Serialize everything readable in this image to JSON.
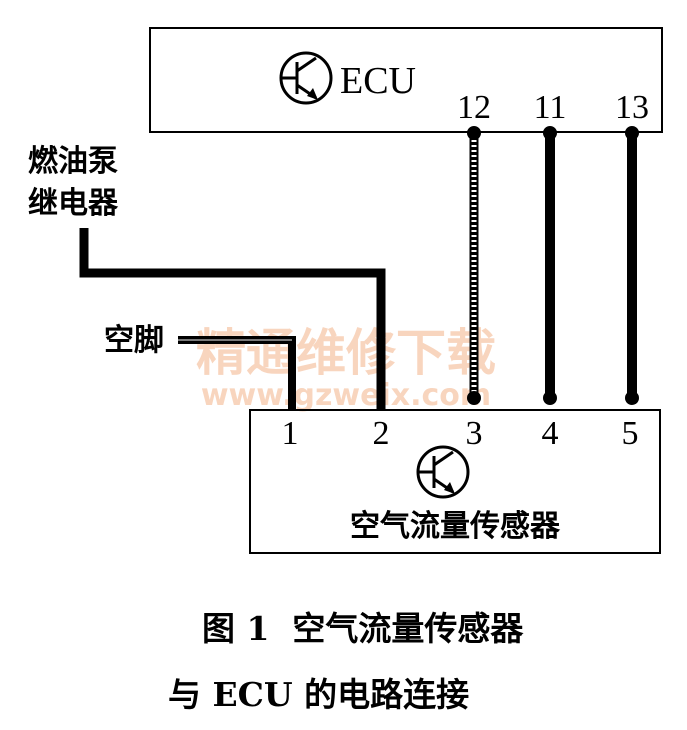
{
  "ecu": {
    "label": "ECU",
    "pins": [
      "12",
      "11",
      "13"
    ]
  },
  "sensor": {
    "name": "空气流量传感器",
    "pins": [
      "1",
      "2",
      "3",
      "4",
      "5"
    ]
  },
  "fuel_pump_relay": {
    "line1": "燃油泵",
    "line2": "继电器"
  },
  "empty_pin_label": "空脚",
  "watermark": {
    "text": "精通维修下载",
    "url": "www.gzweix.com"
  },
  "caption": {
    "line1": "图 1  空气流量传感器",
    "line2": "与 ECU 的电路连接"
  }
}
